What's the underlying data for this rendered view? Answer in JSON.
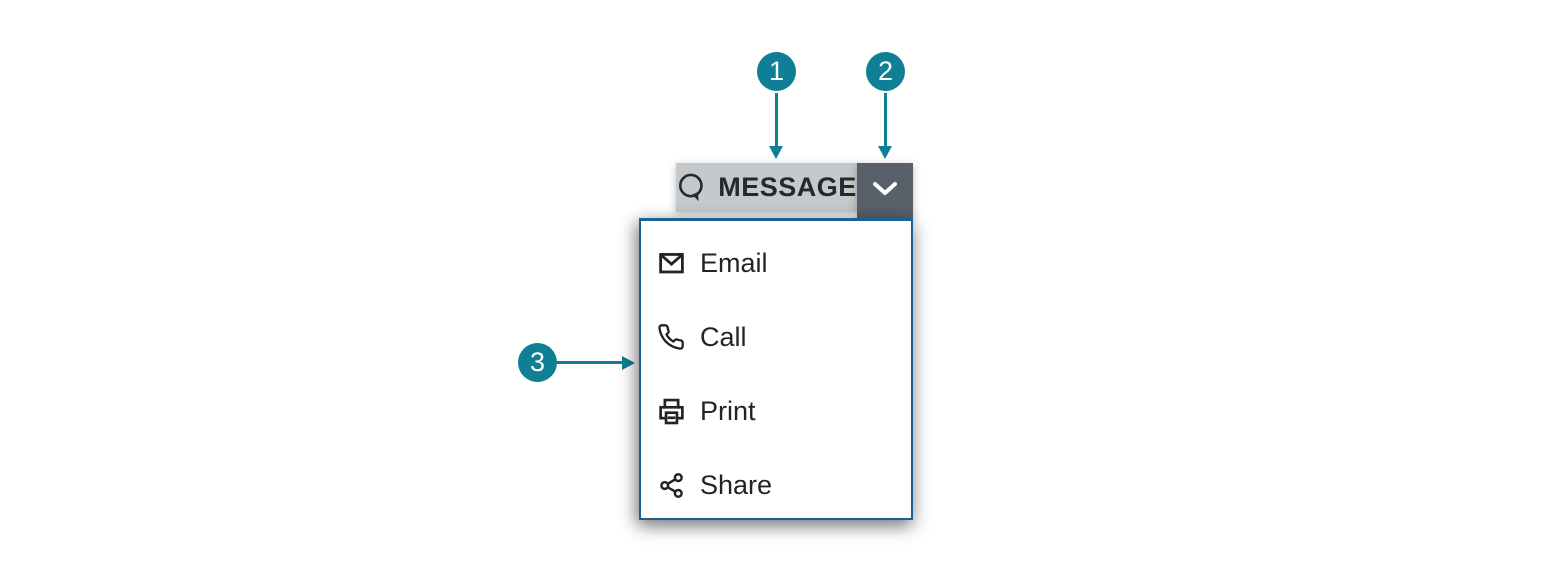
{
  "callouts": [
    {
      "number": "1"
    },
    {
      "number": "2"
    },
    {
      "number": "3"
    }
  ],
  "split_button": {
    "label": "MESSAGE",
    "main_icon": "speech-bubble-icon",
    "toggle_icon": "chevron-down-icon"
  },
  "menu": {
    "items": [
      {
        "icon": "email-icon",
        "label": "Email"
      },
      {
        "icon": "phone-icon",
        "label": "Call"
      },
      {
        "icon": "printer-icon",
        "label": "Print"
      },
      {
        "icon": "share-icon",
        "label": "Share"
      }
    ]
  },
  "colors": {
    "teal": "#0f7f96",
    "panel-border": "#1e608f",
    "button-light-bg": "#c5c9cc",
    "button-dark-bg": "#586169",
    "text-dark": "#26292b",
    "menu-text": "#212529"
  }
}
